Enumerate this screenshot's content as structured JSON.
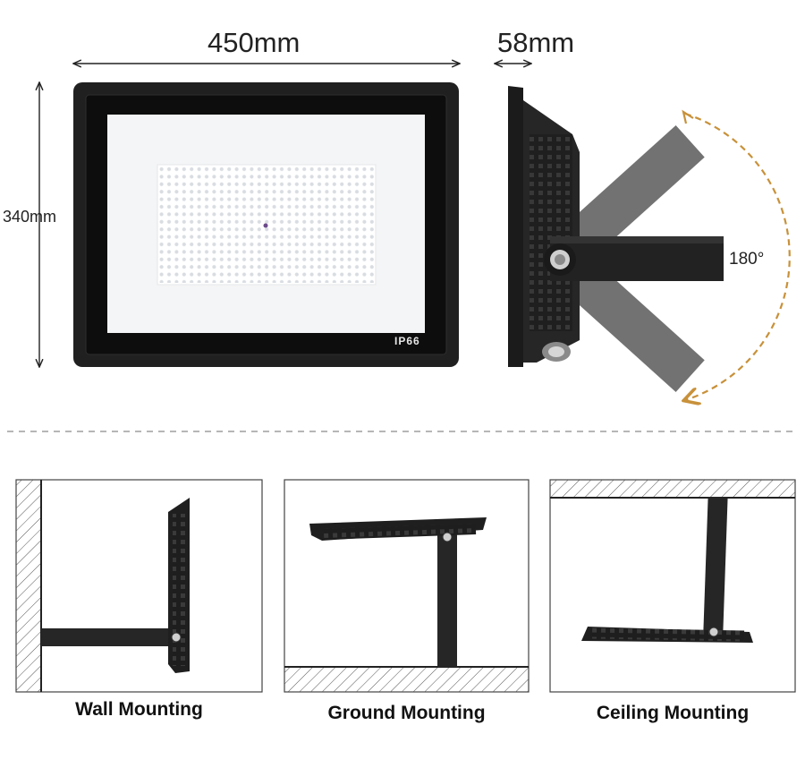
{
  "dimensions": {
    "width": "450mm",
    "depth": "58mm",
    "height": "340mm",
    "rotation": "180°"
  },
  "rating": "IP66",
  "panels": [
    {
      "label": "Wall Mounting"
    },
    {
      "label": "Ground Mounting"
    },
    {
      "label": "Ceiling Mounting"
    }
  ],
  "colors": {
    "housing": "#1c1c1c",
    "arrow": "#c8913a",
    "bracket_grey": "#5a5a5a"
  }
}
